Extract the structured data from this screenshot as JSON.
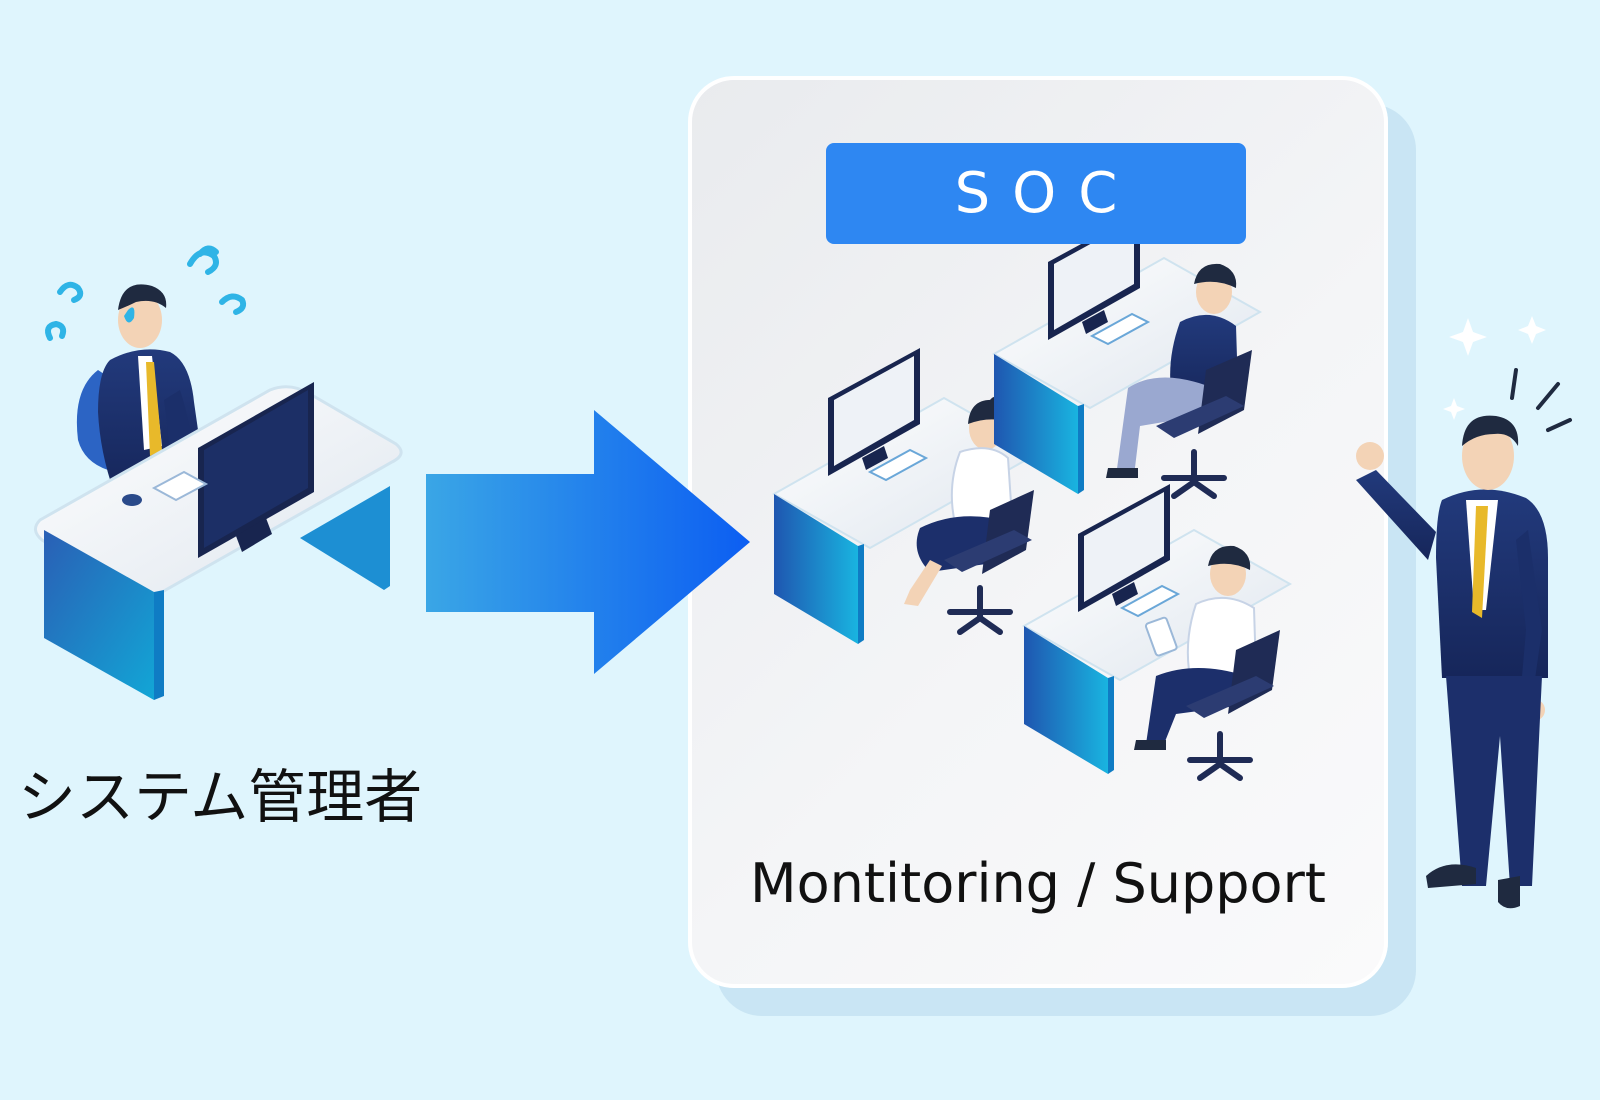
{
  "admin": {
    "label": "システム管理者"
  },
  "soc": {
    "title": "SOC",
    "caption": "Montitoring / Support"
  },
  "colors": {
    "background": "#dff5fd",
    "soc_title_bg": "#2e87f2",
    "suit_navy": "#1c2f6b",
    "tie_gold": "#e8b92a",
    "arrow_start": "#3aa6e6",
    "arrow_end": "#0c5ef2",
    "desk_blue": "#1a7fd0",
    "sweat_drop": "#2fb4e6"
  },
  "icons": [
    "stressed-admin-at-desk",
    "flow-arrow",
    "soc-operator",
    "happy-client",
    "sparkle-icon",
    "sweat-swirl-icon"
  ]
}
